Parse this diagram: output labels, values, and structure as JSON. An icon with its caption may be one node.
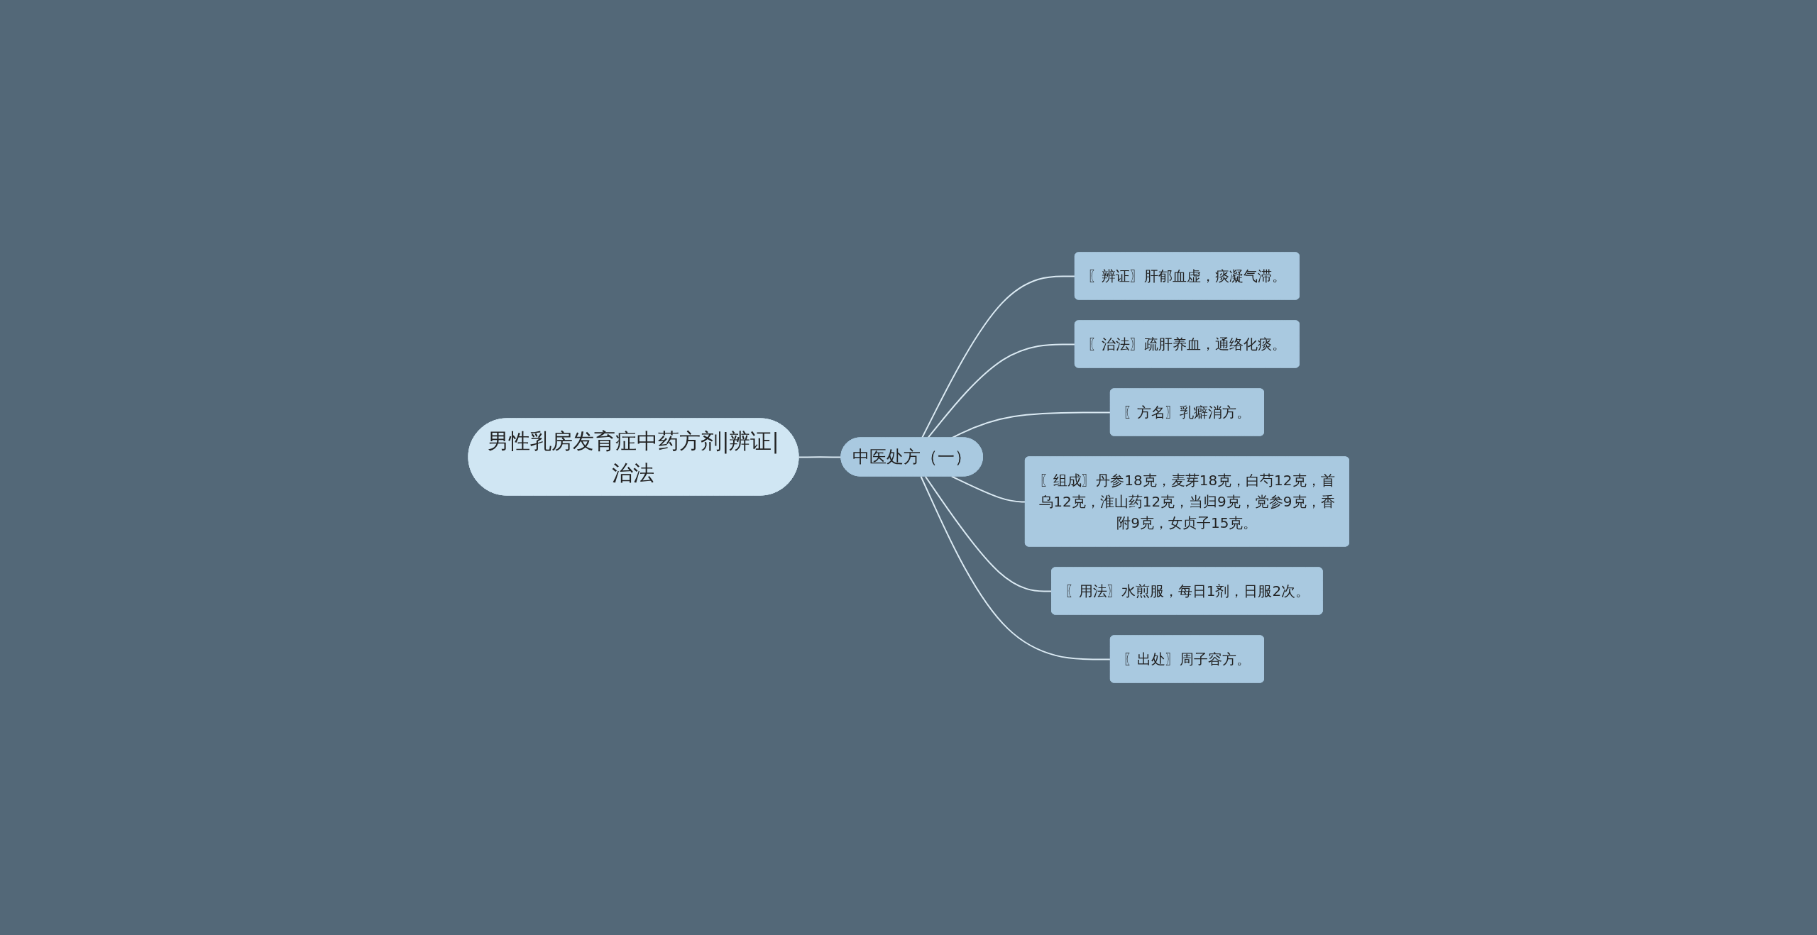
{
  "diagram": {
    "nodes": [
      {
        "text": [
          "男性乳房发育症中药方剂|辨证|治法"
        ]
      },
      {
        "text": [
          "中医处方（一）"
        ]
      },
      {
        "text": [
          "〖辨证〗肝郁血虚，痰凝气滞。"
        ]
      },
      {
        "text": [
          "〖治法〗疏肝养血，通络化痰。"
        ]
      },
      {
        "text": [
          "〖方名〗乳癖消方。"
        ]
      },
      {
        "text": [
          "〖组成〗丹参18克，麦芽18克，白芍12克，首乌12克，淮山药12克，当归9克，党参9克，香附9克，女贞子15克。"
        ]
      },
      {
        "text": [
          "〖用法〗水煎服，每日1剂，日服2次。"
        ]
      },
      {
        "text": [
          "〖出处〗周子容方。"
        ]
      }
    ],
    "edges": [
      {
        "from": 0,
        "to": 1,
        "arrow": "none"
      },
      {
        "from": 1,
        "to": 2,
        "arrow": "none"
      },
      {
        "from": 1,
        "to": 3,
        "arrow": "none"
      },
      {
        "from": 1,
        "to": 4,
        "arrow": "none"
      },
      {
        "from": 1,
        "to": 5,
        "arrow": "none"
      },
      {
        "from": 1,
        "to": 6,
        "arrow": "none"
      },
      {
        "from": 1,
        "to": 7,
        "arrow": "none"
      }
    ]
  }
}
